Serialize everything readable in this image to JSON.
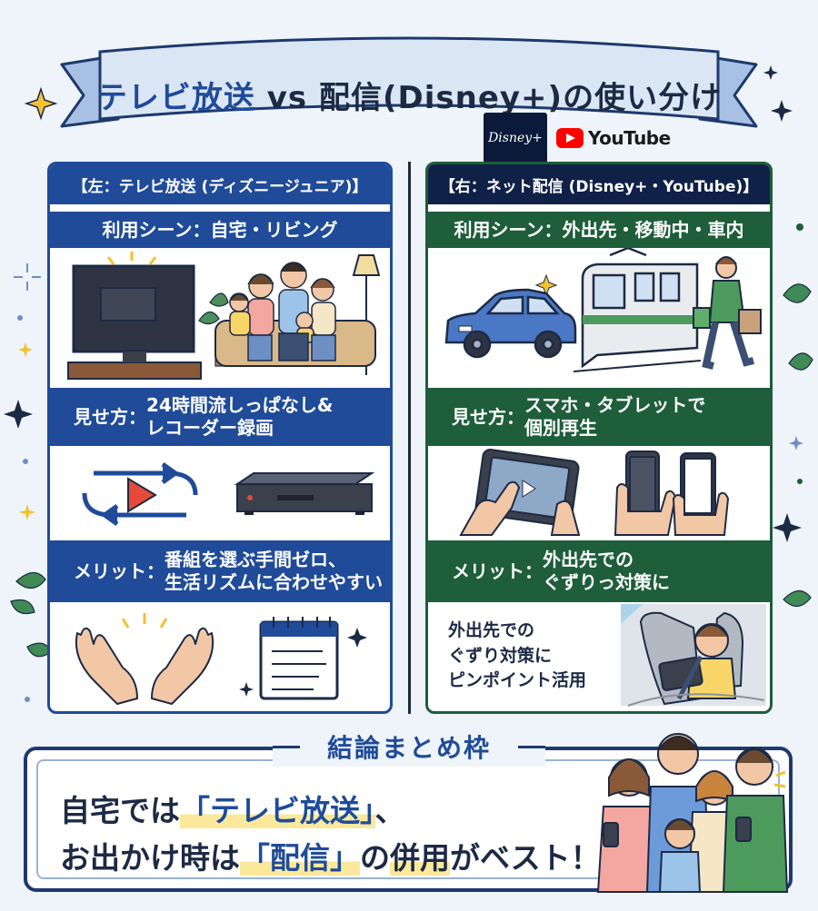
{
  "banner": {
    "title_part1": "テレビ放送",
    "title_part2": " vs 配信(Disney+)の使い分け"
  },
  "logos": {
    "disney": "Disney+",
    "youtube": "YouTube"
  },
  "left_panel": {
    "header": "【左：テレビ放送 (ディズニージュニア)】",
    "scene_label": "利用シーン：",
    "scene_value": "自宅・リビング",
    "method_label": "見せ方：",
    "method_value": "24時間流しっぱなし&\nレコーダー録画",
    "merit_label": "メリット：",
    "merit_value": "番組を選ぶ手間ゼロ、\n生活リズムに合わせやすい"
  },
  "right_panel": {
    "header": "【右：ネット配信 (Disney+・YouTube)】",
    "scene_label": "利用シーン：",
    "scene_value": "外出先・移動中・車内",
    "method_label": "見せ方：",
    "method_value": "スマホ・タブレットで\n個別再生",
    "merit_label": "メリット：",
    "merit_value": "外出先での\nぐずりっ対策に",
    "tip_text": "外出先での\nぐずり対策に\nピンポイント活用"
  },
  "summary": {
    "title": "結論まとめ枠",
    "line1_a": "自宅では",
    "line1_b": "「テレビ放送」",
    "line1_c": "、",
    "line2_a": "お出かけ時は",
    "line2_b": "「配信」",
    "line2_c": "の",
    "line2_d": "併用",
    "line2_e": "がベスト！"
  },
  "colors": {
    "tv_blue": "#1f4b99",
    "stream_green": "#1e5e3a",
    "navy": "#0f2147",
    "highlight": "#fbe89a",
    "youtube_red": "#ff0000"
  },
  "icons": [
    "sparkle-icon",
    "leaf-icon",
    "television-icon",
    "family-icon",
    "floor-lamp-icon",
    "plant-icon",
    "car-icon",
    "train-icon",
    "walking-woman-icon",
    "repeat-play-icon",
    "recorder-icon",
    "tablet-hands-icon",
    "smartphone-hands-icon",
    "open-hands-icon",
    "calendar-icon",
    "child-tablet-car-icon",
    "family-smartphone-icon"
  ]
}
